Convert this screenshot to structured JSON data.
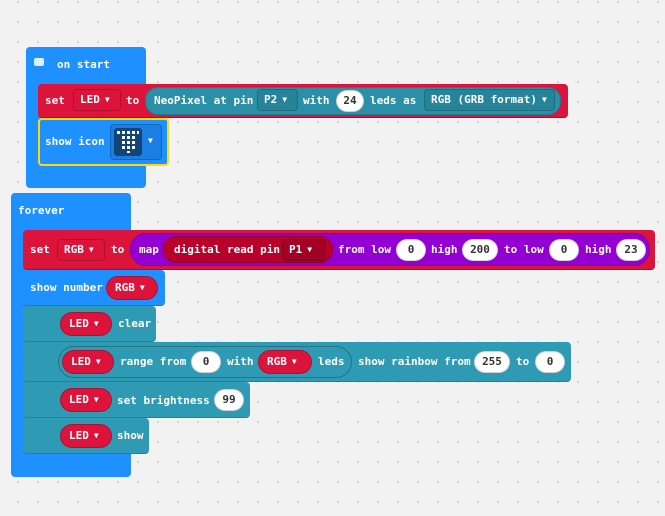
{
  "colors": {
    "basic_blue": "#1e90ff",
    "variable_red": "#dc143c",
    "neopixel_teal": "#2f9ab3",
    "math_purple": "#9400d3",
    "pins_red": "#b8002a",
    "selection_yellow": "#ffd900"
  },
  "on_start": {
    "hat_label": "on start",
    "set_block": {
      "set_label": "set",
      "variable": "LED",
      "to_label": "to",
      "neopixel_label": "NeoPixel at pin",
      "pin": "P2",
      "with_label": "with",
      "led_count": "24",
      "leds_as_label": "leds as",
      "mode": "RGB (GRB format)"
    },
    "show_icon": {
      "label": "show icon",
      "icon": "led-grid-icon"
    }
  },
  "forever": {
    "hat_label": "forever",
    "set_block": {
      "set_label": "set",
      "variable": "RGB",
      "to_label": "to",
      "map_label": "map",
      "read_label": "digital read pin",
      "pin": "P1",
      "from_low_label": "from low",
      "from_low": "0",
      "high_label": "high",
      "from_high": "200",
      "to_low_label": "to low",
      "to_low": "0",
      "high2_label": "high",
      "to_high": "23"
    },
    "show_number": {
      "label": "show number",
      "variable": "RGB"
    },
    "clear_block": {
      "variable": "LED",
      "label": "clear"
    },
    "rainbow_block": {
      "variable": "LED",
      "range_from_label": "range from",
      "range_from": "0",
      "with_label": "with",
      "count_variable": "RGB",
      "leds_label": "leds",
      "rainbow_label": "show rainbow from",
      "hue_from": "255",
      "to_label": "to",
      "hue_to": "0"
    },
    "brightness_block": {
      "variable": "LED",
      "label": "set brightness",
      "value": "99"
    },
    "show_block": {
      "variable": "LED",
      "label": "show"
    }
  }
}
